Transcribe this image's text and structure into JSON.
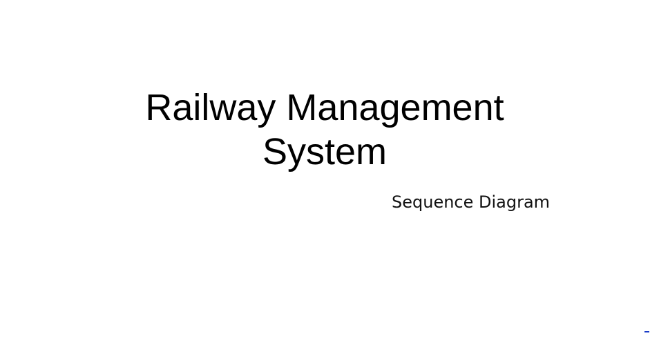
{
  "slide": {
    "title_line1": "Railway Management",
    "title_line2": "System",
    "subtitle": "Sequence Diagram"
  },
  "colors": {
    "background": "#ffffff",
    "text": "#000000",
    "corner_mark": "#1a3cc8"
  }
}
